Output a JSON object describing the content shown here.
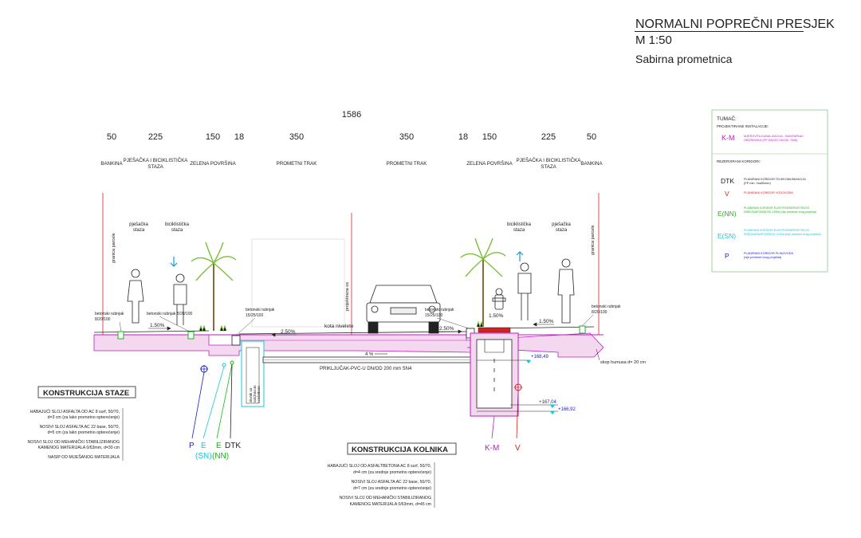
{
  "title": {
    "main": "NORMALNI POPREČNI PRESJEK",
    "scale": "M 1:50",
    "subtitle": "Sabirna prometnica"
  },
  "total_width": "1586",
  "dimensions": [
    "50",
    "225",
    "150",
    "18",
    "350",
    "350",
    "18",
    "150",
    "225",
    "50"
  ],
  "zones": {
    "banina_l": "BANKINA",
    "staza_l_1": "PJEŠAČKA I BICIKLISTIČKA",
    "staza_l_2": "STAZA",
    "zelena_l": "ZELENA POVRŠINA",
    "trak_l": "PROMETNI TRAK",
    "trak_r": "PROMETNI TRAK",
    "zelena_r": "ZELENA POVRŠINA",
    "staza_r_1": "PJEŠAČKA I BICIKLISTIČKA",
    "staza_r_2": "STAZA",
    "banina_r": "BANKINA"
  },
  "labels": {
    "granica_l": "granica parcele",
    "granica_r": "granica parcele",
    "pjesacka_l_1": "pješačka",
    "pjesacka_l_2": "staza",
    "bicikl_l_1": "biciklistička",
    "bicikl_l_2": "staza",
    "bicikl_r_1": "biciklistička",
    "bicikl_r_2": "staza",
    "pjesacka_r_1": "pješačka",
    "pjesacka_r_2": "staza",
    "os": "projektirana os",
    "rubnjak_a_1": "betonski rubnjak",
    "rubnjak_a_2": "8/20/100",
    "rubnjak_b": "betonski rubnjak 8/20/100",
    "rubnjak_c_1": "betonski rubnjak",
    "rubnjak_c_2": "15/25/100",
    "rubnjak_d_1": "betonski rubnjak",
    "rubnjak_d_2": "15/25/100",
    "rubnjak_e_1": "betonski rubnjak",
    "rubnjak_e_2": "8/20/100",
    "kota": "kota nivelete",
    "slope_1": "1.50%",
    "slope_2": "2.50%",
    "slope_3": "2.50%",
    "slope_4": "1.50%",
    "slope_5": "1.50%",
    "pipe_slope": "4 %",
    "prikljucak": "PRIKLJUČAK-PVC-U DN/OD 200 mm SN4",
    "slivnik_1": "slivnik sa",
    "slivnik_2": "taložnicom",
    "slivnik_3": "i rešetkom",
    "skop": "skop humusa d= 20 cm",
    "elev_1": "+168,49",
    "elev_2": "+167,04",
    "elev_3": "+166,92"
  },
  "konstrukcija_staze": {
    "title": "KONSTRUKCIJA STAZE",
    "lines": [
      "HABAJUĆI SLOJ ASFALTA OD AC 8 surf, 50/70,",
      "d=3 cm (za lako prometno opterećenje)",
      "NOSIVI SLOJ ASFALTA AC 22 base, 50/70,",
      "d=5 cm (za lako prometno opterećenje)",
      "NOSIVI SLOJ OD MEHANIČKI STABILIZIRANOG",
      "KAMENOG MATERIJALA 0/63mm, d=30 cm",
      "NASIP OD MIJEŠANOG MATERIJALA"
    ]
  },
  "konstrukcija_kolnika": {
    "title": "KONSTRUKCIJA KOLNIKA",
    "lines": [
      "HABAJUĆI SLOJ OD ASFALTBETONA AC 8 surf, 50/70,",
      "d=4 cm (za srednje prometno opterećenje)",
      "NOSIVI SLOJ ASFALTA AC 22 base, 50/70,",
      "d=7 cm (za srednje prometno opterećenje)",
      "NOSIVI SLOJ OD MEHANIČKI STABILIZIRANOG",
      "KAMENOG MATERIJALA 0/63mm, d=45 cm"
    ]
  },
  "corridors": {
    "P": "P",
    "E_SN_1": "E",
    "E_SN_2": "(SN)",
    "E_NN_1": "E",
    "E_NN_2": "(NN)",
    "DTK": "DTK",
    "KM": "K-M",
    "V": "V"
  },
  "legend": {
    "title": "TUMAČ:",
    "projected_header": "PROJEKTIRANE INSTALACIJE:",
    "reserved_header": "REZERVIRANI KORIDORI:",
    "items": [
      {
        "code": "K-M",
        "text1": "MJEŠOVITA KANALIZACIJA - SANITARNA I",
        "text2": "OBORINSKA (PP DN/OD DN/OD, SN8)",
        "color": "#c21bc2"
      },
      {
        "code": "DTK",
        "text1": "PLANIRANI KORIDOR TELEKOMUNIKACIJA",
        "text2": "(PP min. 2x⌀50mm)",
        "color": "#222222"
      },
      {
        "code": "V",
        "text1": "PLANIRANI KORIDOR VODOVODA",
        "text2": "",
        "color": "#d42020"
      },
      {
        "code": "E(NN)",
        "text1": "PLANIRANI KORIDOR ELEKTROENERGETSKOG",
        "text2": "NISKONAPONSKOG VODA (nije predmet ovog projekta)",
        "color": "#18b818"
      },
      {
        "code": "E(SN)",
        "text1": "PLANIRANI KORIDOR ELEKTROENERGETSKOG",
        "text2": "SREDNJENAPONSKOG VODA (nije predmet ovog projekta)",
        "color": "#14c8d8"
      },
      {
        "code": "P",
        "text1": "PLANIRANI KORIDOR PLINOVODA",
        "text2": "(nije predmet ovog projekta)",
        "color": "#1c1cc8"
      }
    ]
  },
  "colors": {
    "magenta": "#c21bc2",
    "cyan": "#14c8d8",
    "green": "#18b818",
    "blue": "#1c1cc8",
    "red": "#d42020",
    "pink_fill": "#f4d8f0"
  }
}
